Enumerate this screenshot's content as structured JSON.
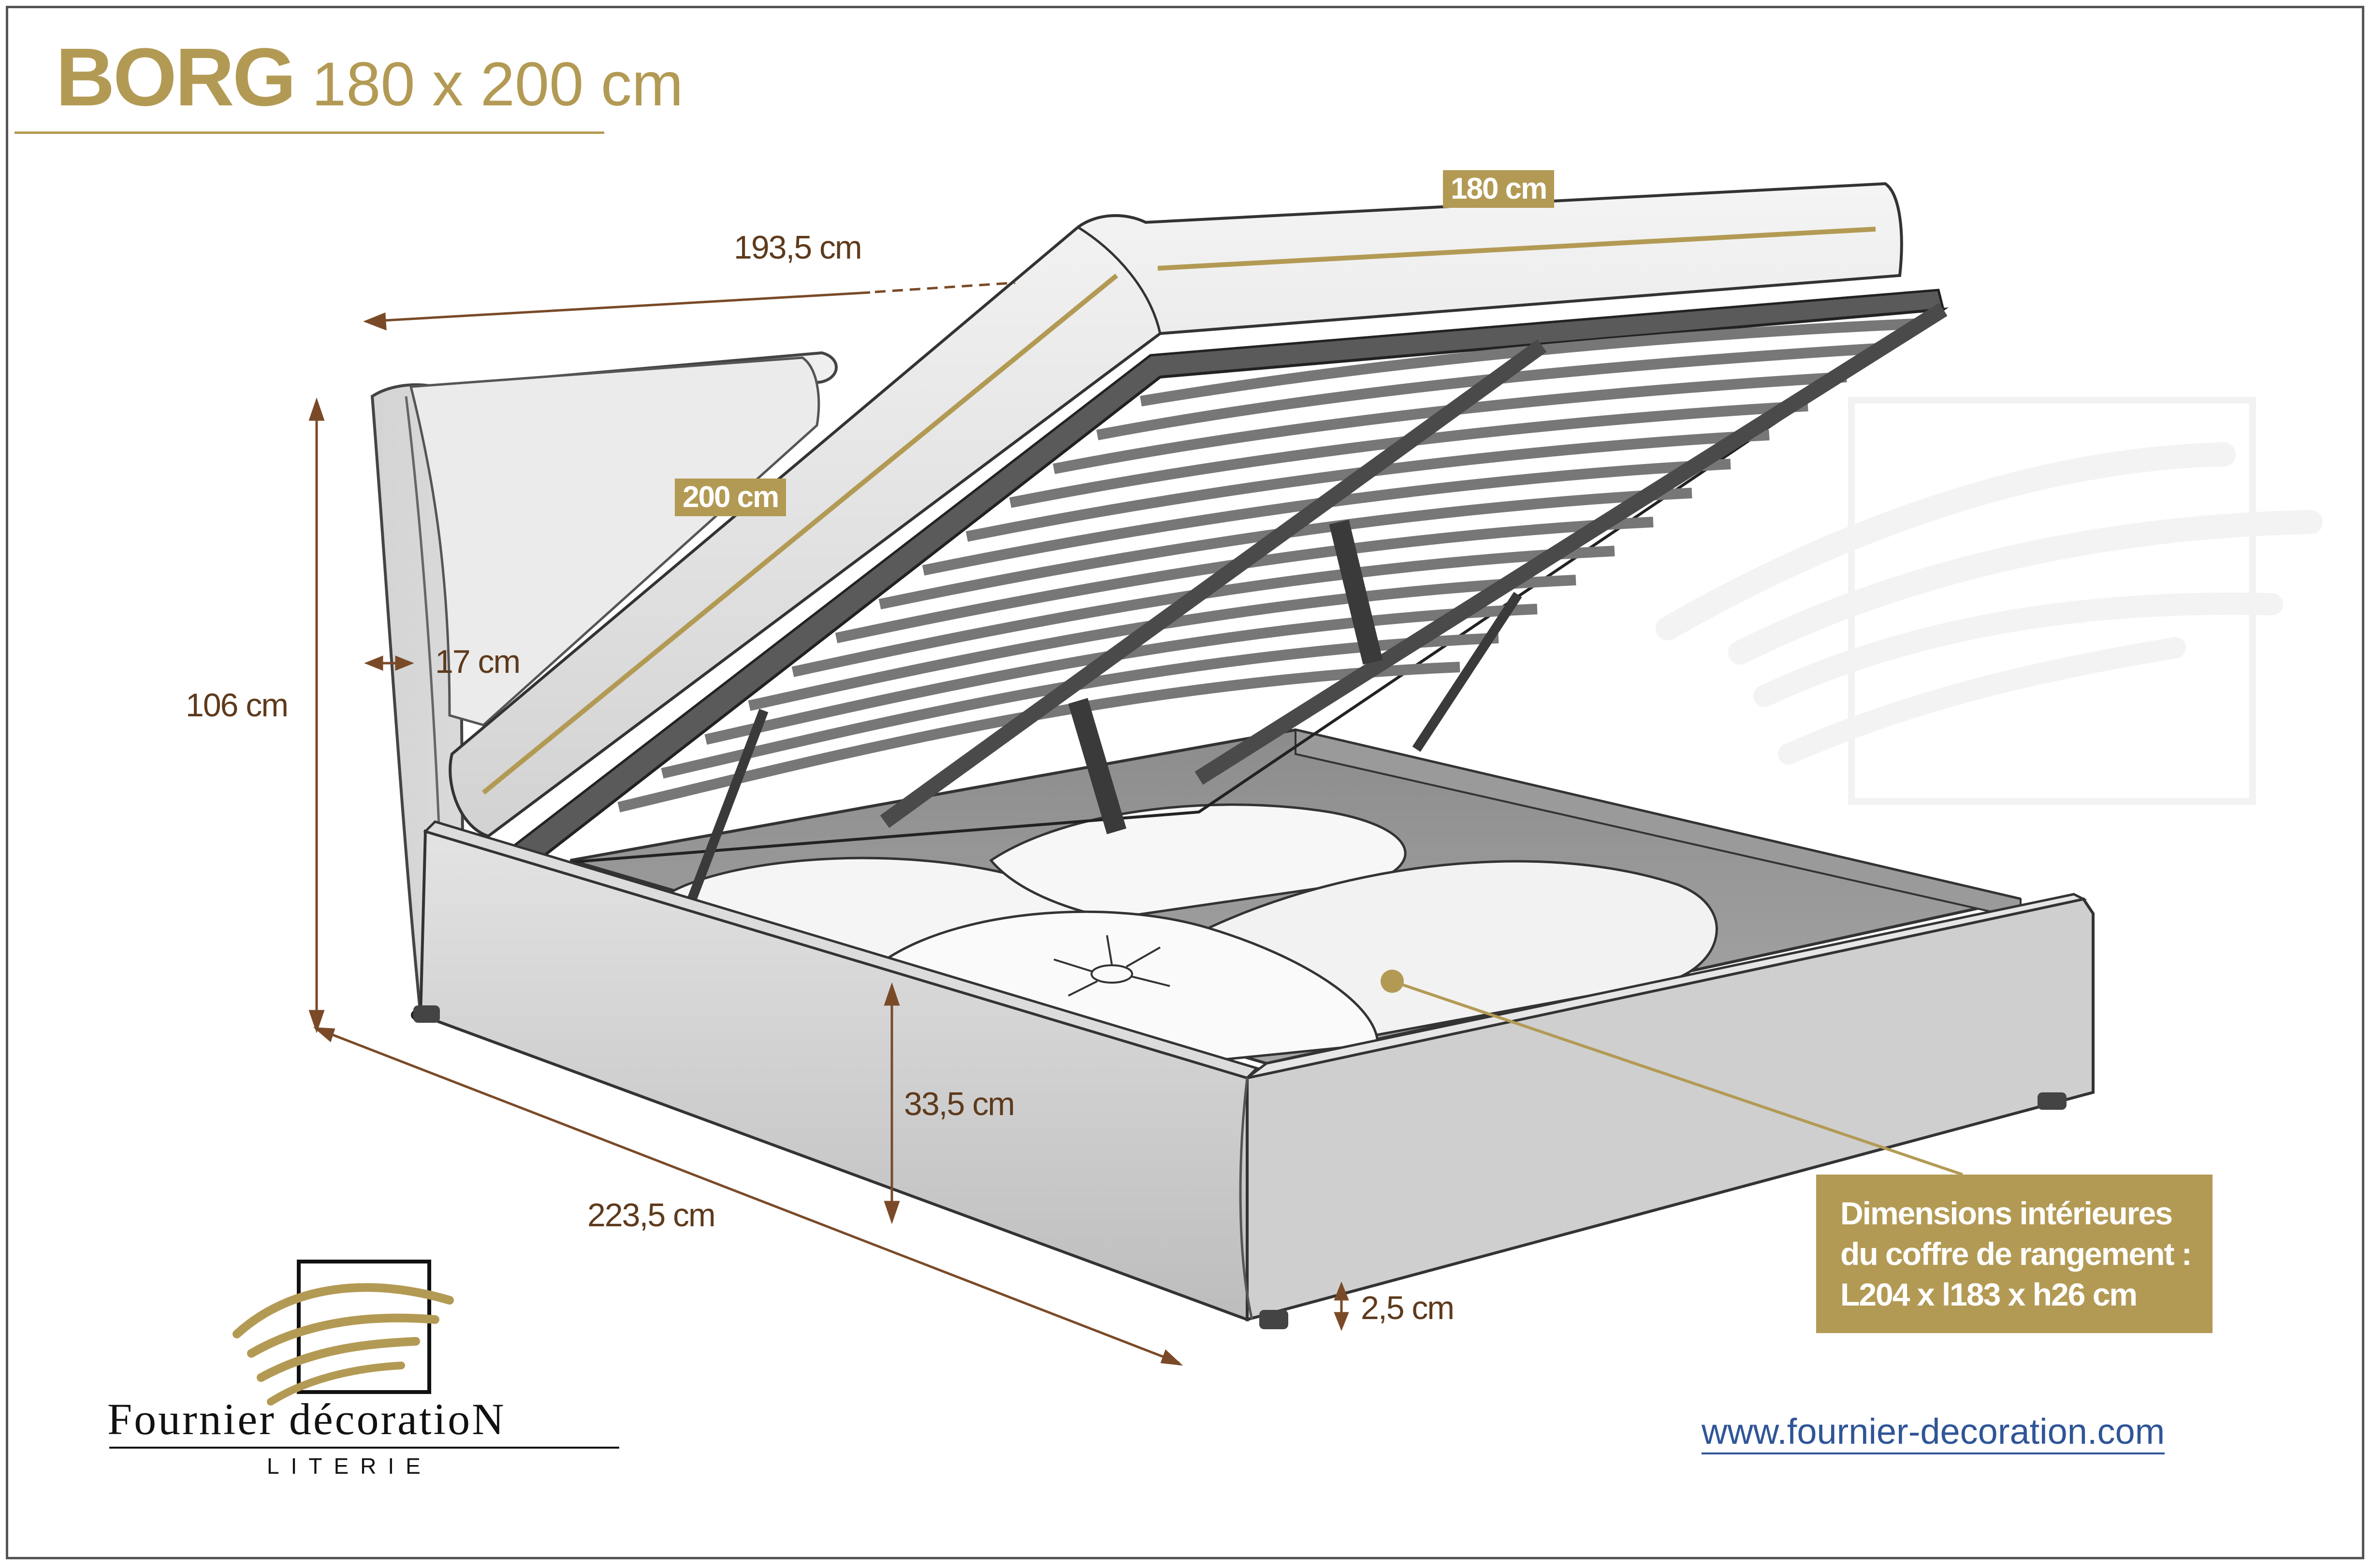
{
  "title": {
    "name": "BORG",
    "size": "180 x 200 cm"
  },
  "dimensions": {
    "width_open": "180 cm",
    "length_open": "200 cm",
    "headboard_depth_top": "193,5 cm",
    "height_total": "106 cm",
    "headboard_thickness": "17 cm",
    "frame_height": "33,5 cm",
    "length_total": "223,5 cm",
    "foot_height": "2,5 cm"
  },
  "storage": {
    "line1": "Dimensions intérieures",
    "line2": "du coffre de rangement :",
    "line3": "L204 x l183 x h26 cm"
  },
  "brand": {
    "name": "Fournier décoratioN",
    "subtitle": "LITERIE",
    "url": "www.fournier-decoration.com"
  },
  "colors": {
    "gold": "#b39a54",
    "dimension_text": "#5e3a1c",
    "link": "#2f5597",
    "frame_gray": "#c8c8c8",
    "slat_gray": "#6e6e6e"
  },
  "icons": [
    "brand-logo-icon",
    "watermark-logo-icon",
    "bed-illustration"
  ]
}
